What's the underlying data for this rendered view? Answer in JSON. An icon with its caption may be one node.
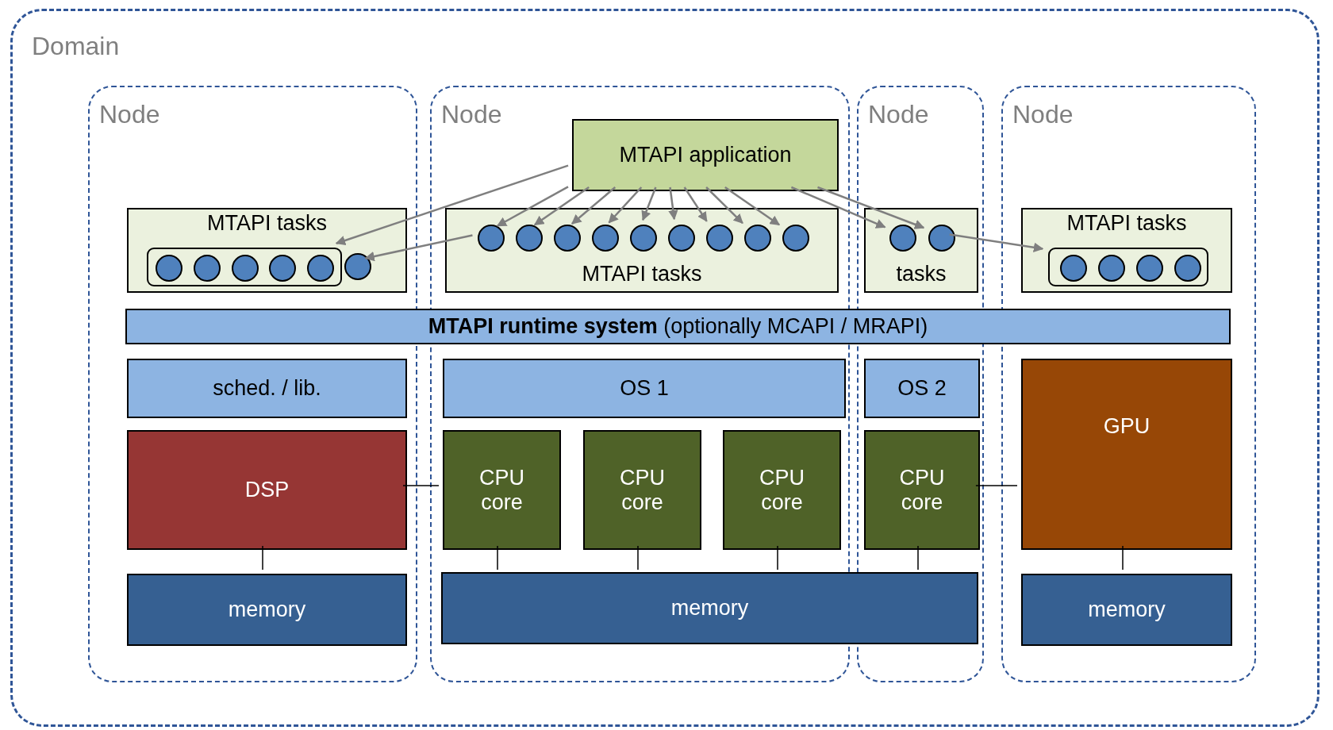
{
  "diagram": {
    "nodes": [
      {
        "text": [
          "Domain"
        ]
      },
      {
        "text": [
          "Node"
        ],
        "in": 0
      },
      {
        "text": [
          "MTAPI tasks"
        ],
        "in": 1
      },
      {
        "text": [],
        "shape": "box",
        "in": 2
      },
      {
        "text": [],
        "shape": "circle",
        "in": 3
      },
      {
        "text": [],
        "shape": "circle",
        "in": 3
      },
      {
        "text": [],
        "shape": "circle",
        "in": 3
      },
      {
        "text": [],
        "shape": "circle",
        "in": 3
      },
      {
        "text": [],
        "shape": "circle",
        "in": 3
      },
      {
        "text": [],
        "shape": "circle",
        "in": 2
      },
      {
        "text": [
          "sched. / lib."
        ],
        "in": 1
      },
      {
        "text": [
          "DSP"
        ],
        "in": 1
      },
      {
        "text": [
          "memory"
        ],
        "in": 1
      },
      {
        "text": [
          "Node"
        ],
        "in": 0
      },
      {
        "text": [
          "MTAPI application"
        ],
        "in": 13
      },
      {
        "text": [
          "MTAPI tasks"
        ],
        "in": 13
      },
      {
        "text": [],
        "shape": "circle",
        "in": 15
      },
      {
        "text": [],
        "shape": "circle",
        "in": 15
      },
      {
        "text": [],
        "shape": "circle",
        "in": 15
      },
      {
        "text": [],
        "shape": "circle",
        "in": 15
      },
      {
        "text": [],
        "shape": "circle",
        "in": 15
      },
      {
        "text": [],
        "shape": "circle",
        "in": 15
      },
      {
        "text": [],
        "shape": "circle",
        "in": 15
      },
      {
        "text": [],
        "shape": "circle",
        "in": 15
      },
      {
        "text": [],
        "shape": "circle",
        "in": 15
      },
      {
        "text": [
          "OS 1"
        ],
        "in": 13
      },
      {
        "text": [
          "CPU core"
        ],
        "in": 13
      },
      {
        "text": [
          "CPU core"
        ],
        "in": 13
      },
      {
        "text": [
          "CPU core"
        ],
        "in": 13
      },
      {
        "text": [
          "Node"
        ],
        "in": 0
      },
      {
        "text": [
          "tasks"
        ],
        "in": 29
      },
      {
        "text": [],
        "shape": "circle",
        "in": 30
      },
      {
        "text": [],
        "shape": "circle",
        "in": 30
      },
      {
        "text": [
          "OS 2"
        ],
        "in": 29
      },
      {
        "text": [
          "CPU core"
        ],
        "in": 29
      },
      {
        "text": [
          "Node"
        ],
        "in": 0
      },
      {
        "text": [
          "MTAPI tasks"
        ],
        "in": 35
      },
      {
        "text": [],
        "shape": "box",
        "in": 36
      },
      {
        "text": [],
        "shape": "circle",
        "in": 37
      },
      {
        "text": [],
        "shape": "circle",
        "in": 37
      },
      {
        "text": [],
        "shape": "circle",
        "in": 37
      },
      {
        "text": [],
        "shape": "circle",
        "in": 37
      },
      {
        "text": [
          "GPU"
        ],
        "in": 35
      },
      {
        "text": [
          "memory"
        ],
        "in": 35
      },
      {
        "text": [
          "**MTAPI runtime system** (optionally MCAPI / MRAPI)"
        ],
        "in": 0
      },
      {
        "text": [
          "memory"
        ],
        "in": 0
      }
    ],
    "edges": [
      {
        "from": 14,
        "to": 3,
        "arrow": "to"
      },
      {
        "from": 16,
        "to": 9,
        "arrow": "to"
      },
      {
        "from": 14,
        "to": 16,
        "arrow": "to"
      },
      {
        "from": 14,
        "to": 17,
        "arrow": "to"
      },
      {
        "from": 14,
        "to": 18,
        "arrow": "to"
      },
      {
        "from": 14,
        "to": 19,
        "arrow": "to"
      },
      {
        "from": 14,
        "to": 20,
        "arrow": "to"
      },
      {
        "from": 14,
        "to": 21,
        "arrow": "to"
      },
      {
        "from": 14,
        "to": 22,
        "arrow": "to"
      },
      {
        "from": 14,
        "to": 23,
        "arrow": "to"
      },
      {
        "from": 14,
        "to": 24,
        "arrow": "to"
      },
      {
        "from": 14,
        "to": 31,
        "arrow": "to"
      },
      {
        "from": 14,
        "to": 32,
        "arrow": "to"
      },
      {
        "from": 32,
        "to": 37,
        "arrow": "to"
      },
      {
        "from": 11,
        "to": 26,
        "arrow": "none",
        "color": "#000000"
      },
      {
        "from": 34,
        "to": 42,
        "arrow": "none",
        "color": "#000000"
      },
      {
        "from": 11,
        "to": 12,
        "arrow": "none",
        "color": "#000000"
      },
      {
        "from": 26,
        "to": 45,
        "arrow": "none",
        "color": "#000000"
      },
      {
        "from": 27,
        "to": 45,
        "arrow": "none",
        "color": "#000000"
      },
      {
        "from": 28,
        "to": 45,
        "arrow": "none",
        "color": "#000000"
      },
      {
        "from": 34,
        "to": 45,
        "arrow": "none",
        "color": "#000000"
      },
      {
        "from": 42,
        "to": 43,
        "arrow": "none",
        "color": "#000000"
      }
    ]
  }
}
